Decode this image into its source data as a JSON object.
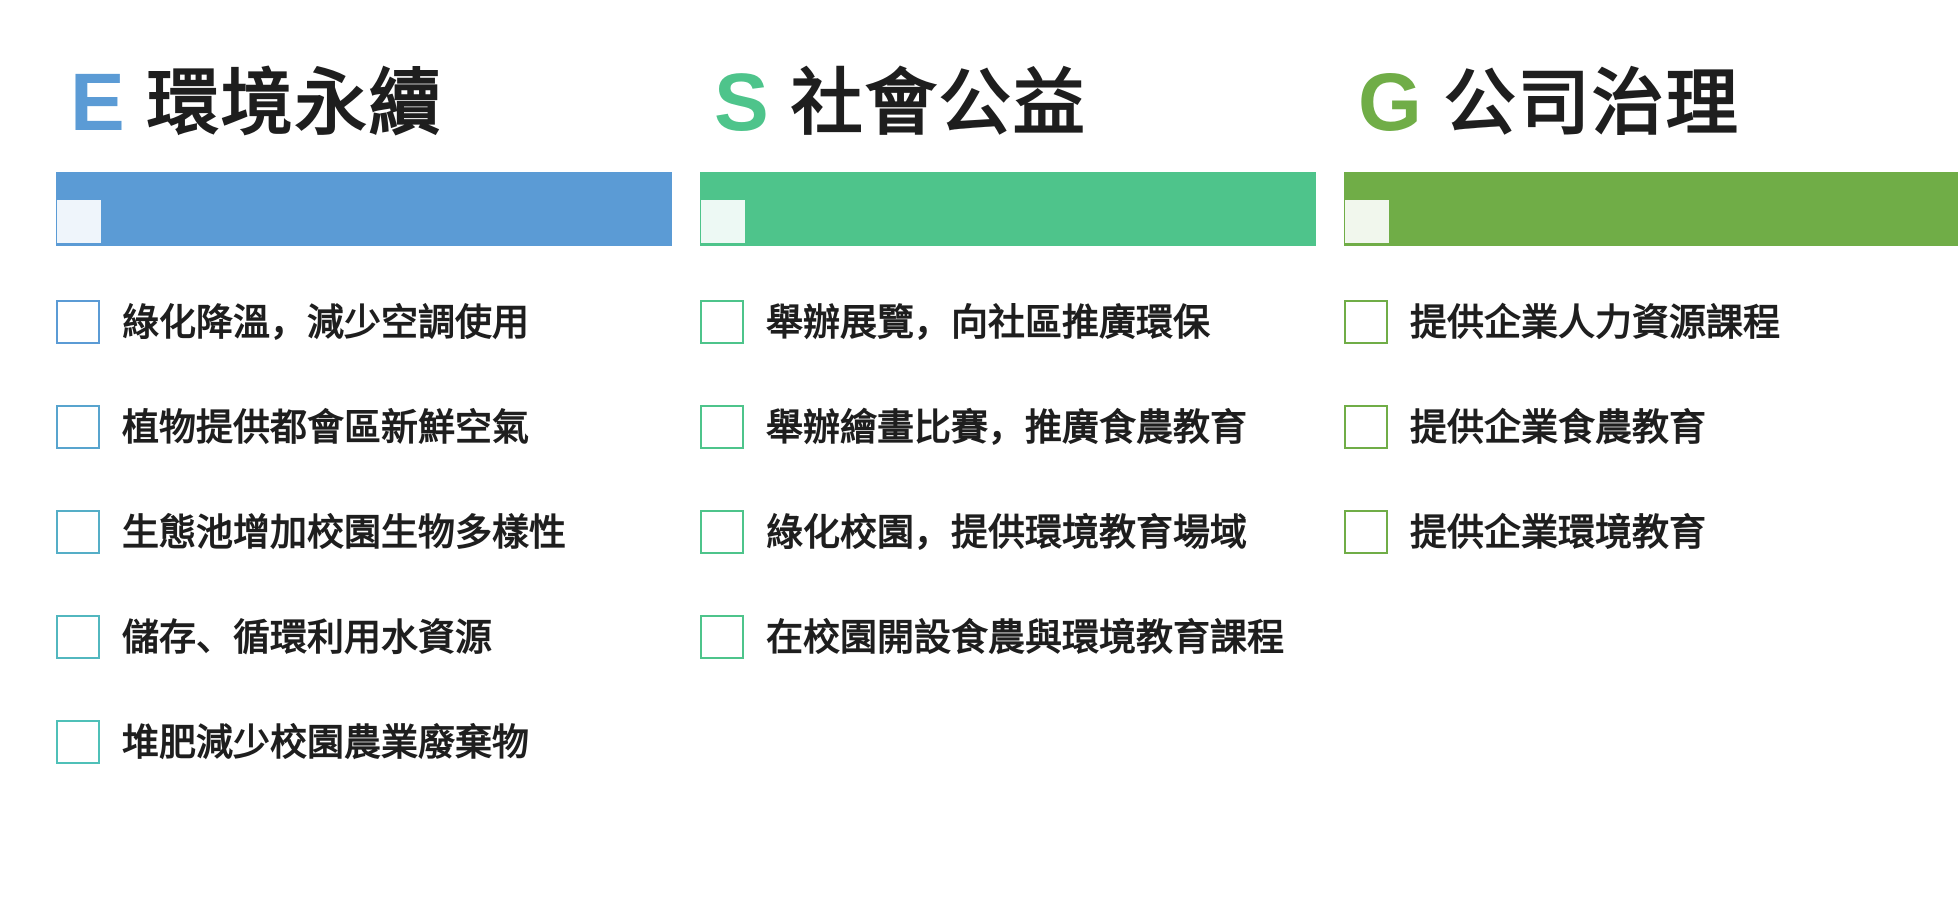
{
  "colors": {
    "environment": "#5b9bd5",
    "environment_check_border_top": "#5b9bd5",
    "environment_check_border_bottom": "#4fc0b8",
    "social": "#4ec48b",
    "social_check_border": "#4ec48b",
    "governance": "#70ad47",
    "governance_check_border": "#70ad47",
    "text": "#1e1e1e"
  },
  "columns": [
    {
      "key": "environment",
      "letter": "E",
      "title": "環境永續",
      "items": [
        {
          "label": "綠化降溫，減少空調使用",
          "checked": false
        },
        {
          "label": "植物提供都會區新鮮空氣",
          "checked": false
        },
        {
          "label": "生態池增加校園生物多樣性",
          "checked": false
        },
        {
          "label": "儲存、循環利用水資源",
          "checked": false
        },
        {
          "label": "堆肥減少校園農業廢棄物",
          "checked": false
        }
      ]
    },
    {
      "key": "social",
      "letter": "S",
      "title": "社會公益",
      "items": [
        {
          "label": "舉辦展覽，向社區推廣環保",
          "checked": false
        },
        {
          "label": "舉辦繪畫比賽，推廣食農教育",
          "checked": false
        },
        {
          "label": "綠化校園，提供環境教育場域",
          "checked": false
        },
        {
          "label": "在校園開設食農與環境教育課程",
          "checked": false
        }
      ]
    },
    {
      "key": "governance",
      "letter": "G",
      "title": "公司治理",
      "items": [
        {
          "label": "提供企業人力資源課程",
          "checked": false
        },
        {
          "label": "提供企業食農教育",
          "checked": false
        },
        {
          "label": "提供企業環境教育",
          "checked": false
        }
      ]
    }
  ]
}
